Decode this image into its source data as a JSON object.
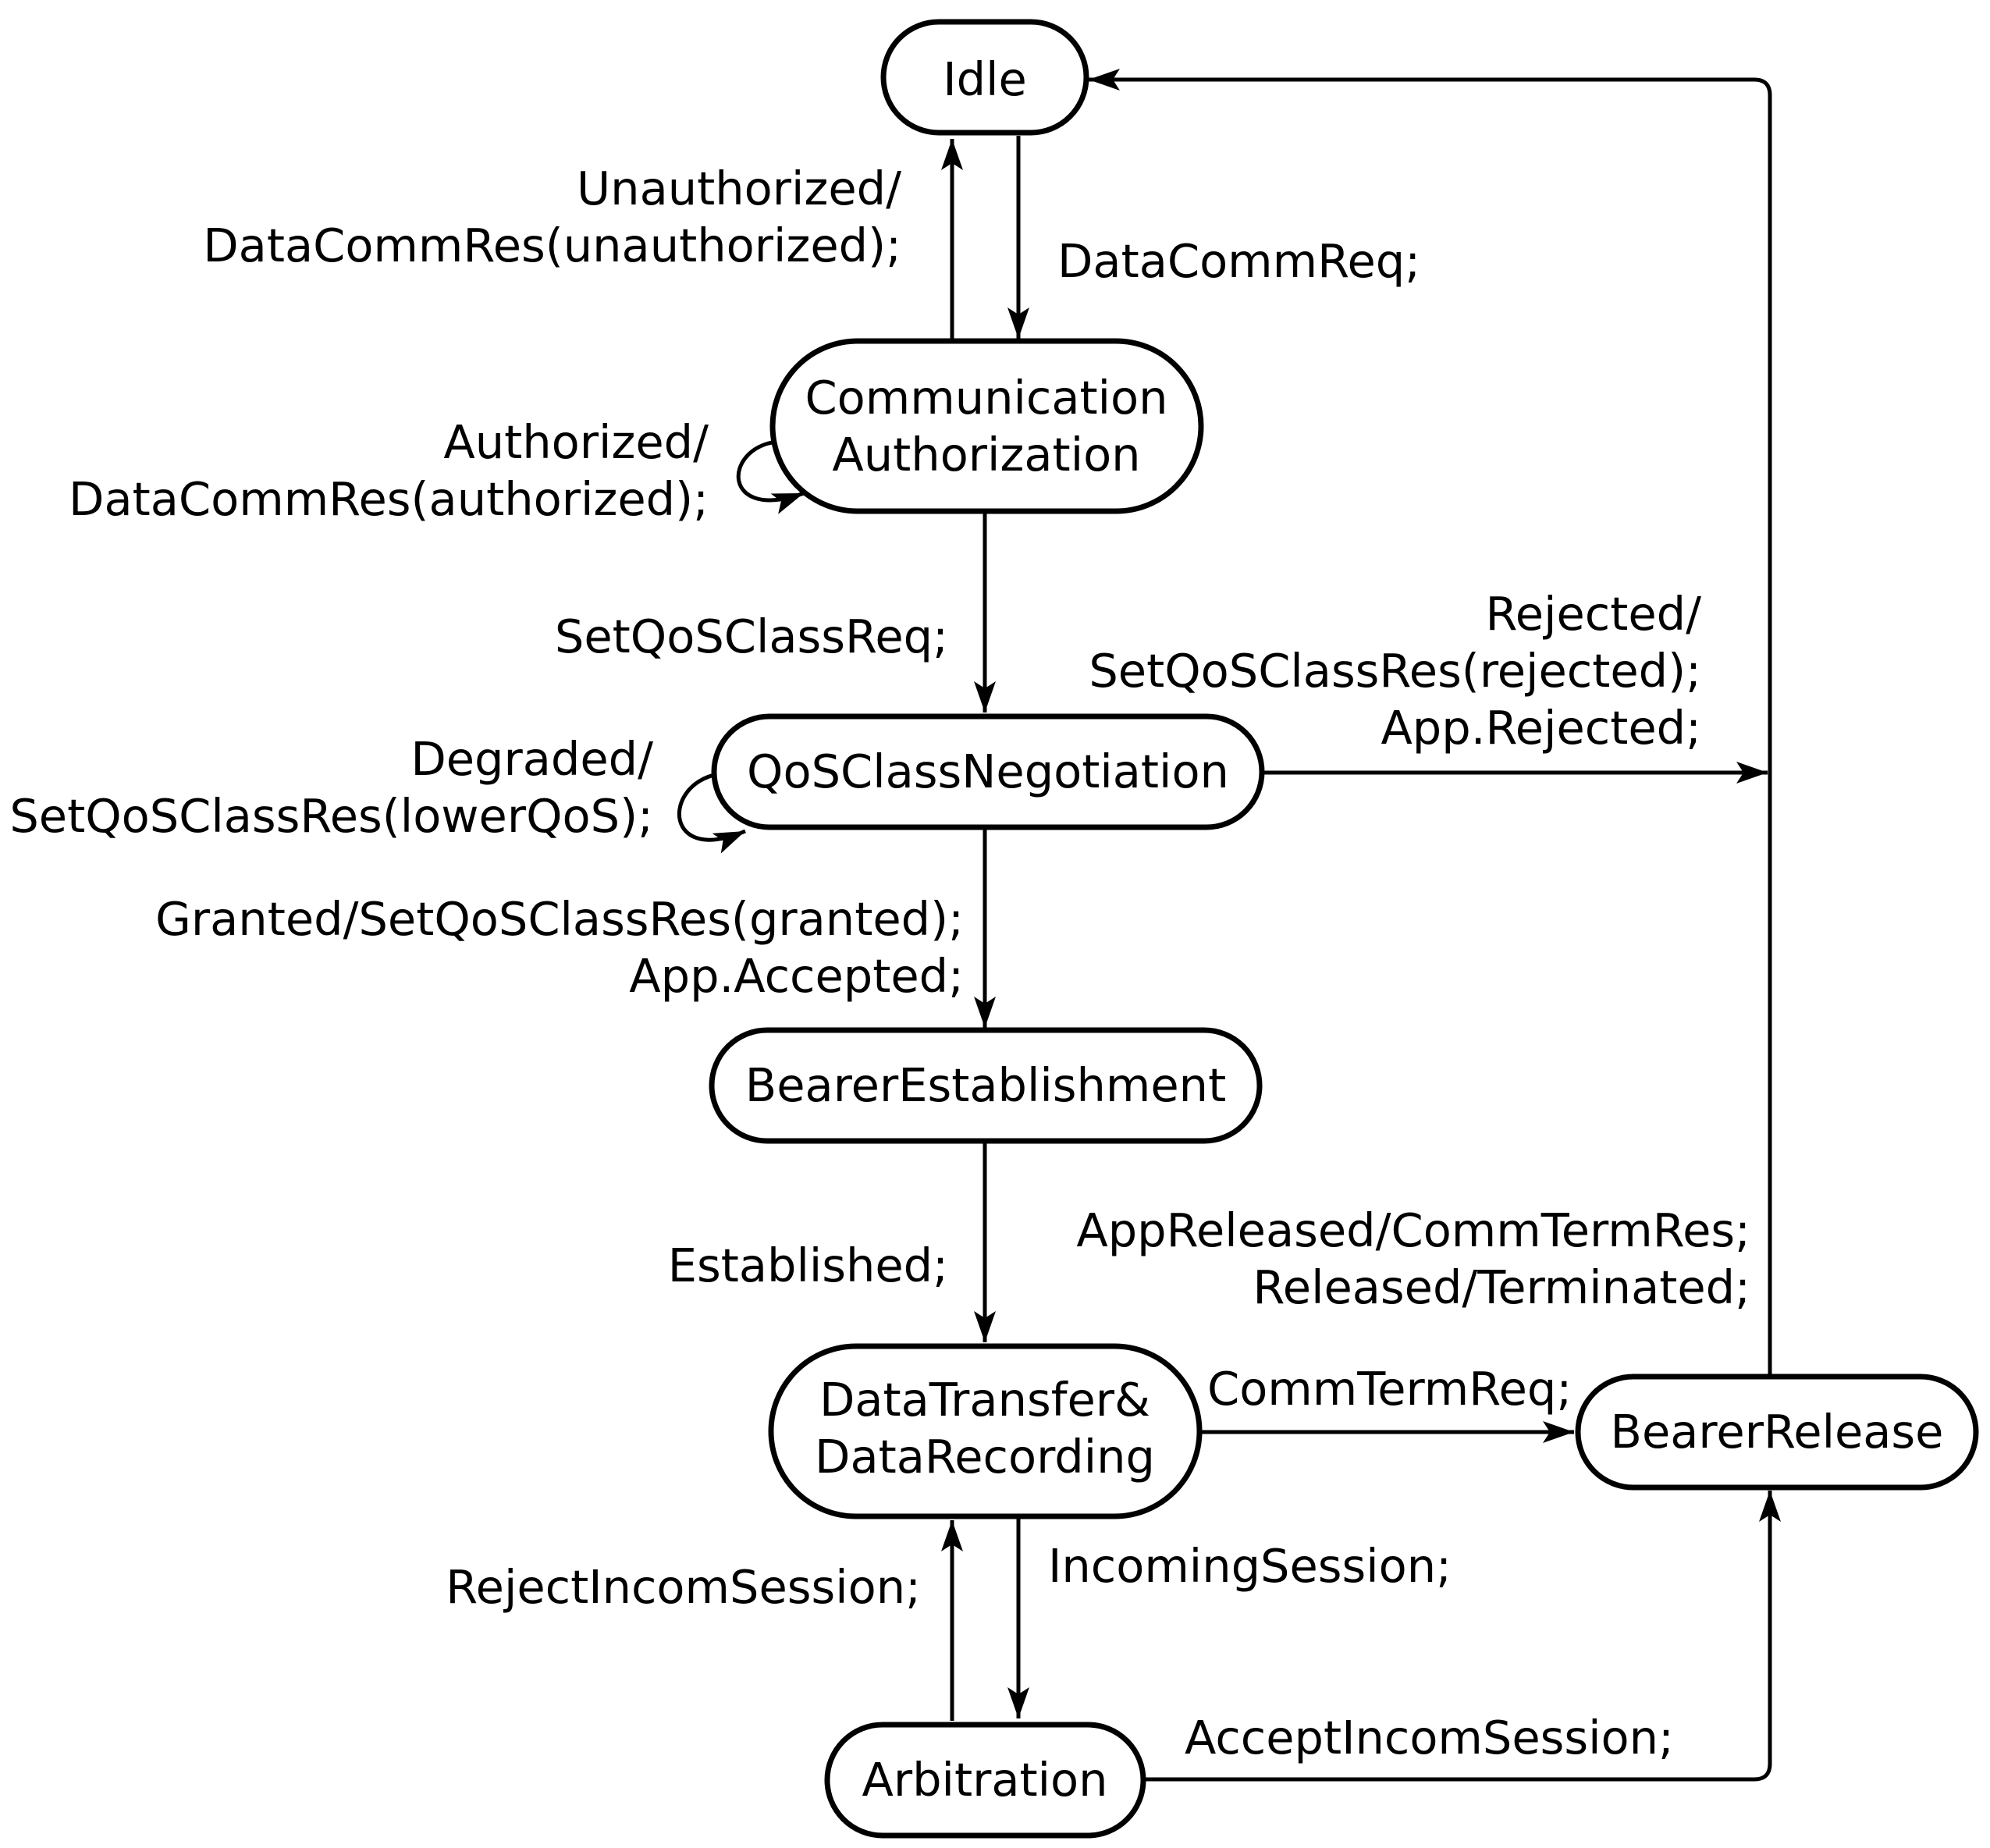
{
  "states": {
    "idle": [
      "Idle"
    ],
    "comm_auth": [
      "Communication",
      "Authorization"
    ],
    "qos_neg": [
      "QoSClassNegotiation"
    ],
    "bearer_est": [
      "BearerEstablishment"
    ],
    "data_transfer": [
      "DataTransfer&",
      "DataRecording"
    ],
    "bearer_release": [
      "BearerRelease"
    ],
    "arbitration": [
      "Arbitration"
    ]
  },
  "transitions": {
    "unauthorized": [
      "Unauthorized/",
      "DataCommRes(unauthorized);"
    ],
    "datacommreq": [
      "DataCommReq;"
    ],
    "authorized": [
      "Authorized/",
      "DataCommRes(authorized);"
    ],
    "setqosclassreq": [
      "SetQoSClassReq;"
    ],
    "rejected": [
      "Rejected/",
      "SetQoSClassRes(rejected);",
      "App.Rejected;"
    ],
    "degraded": [
      "Degraded/",
      "SetQoSClassRes(lowerQoS);"
    ],
    "granted": [
      "Granted/SetQoSClassRes(granted);",
      "App.Accepted;"
    ],
    "established": [
      "Established;"
    ],
    "appreleased": [
      "AppReleased/CommTermRes;",
      "Released/Terminated;"
    ],
    "commtermreq": [
      "CommTermReq;"
    ],
    "incomingsession": [
      "IncomingSession;"
    ],
    "rejectincomsession": [
      "RejectIncomSession;"
    ],
    "acceptincomsession": [
      "AcceptIncomSession;"
    ]
  }
}
